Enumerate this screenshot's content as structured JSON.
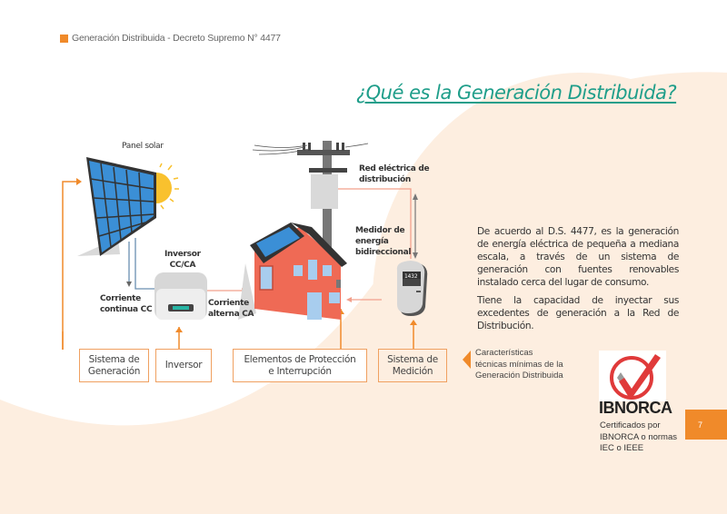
{
  "header": {
    "section_label": "Generación Distribuida - Decreto Supremo N° 4477",
    "accent_color": "#f08a2a"
  },
  "title": "¿Qué es la Generación Distribuida?",
  "description": {
    "paragraph_1": "De acuerdo al D.S. 4477, es la generación de energía eléctrica de pequeña a mediana escala, a través de un sistema de generación con fuentes renovables instalado cerca del lugar de consumo.",
    "paragraph_2": "Tiene la capacidad de inyectar sus excedentes de generación a la Red de Distribución."
  },
  "diagram": {
    "labels": {
      "panel_solar": "Panel solar",
      "inversor_line1": "Inversor",
      "inversor_line2": "CC/CA",
      "corriente_cc_line1": "Corriente",
      "corriente_cc_line2": "continua CC",
      "corriente_ca_line1": "Corriente",
      "corriente_ca_line2": "alterna CA",
      "red_line1": "Red eléctrica de",
      "red_line2": "distribución",
      "medidor_line1": "Medidor de",
      "medidor_line2": "energía",
      "medidor_line3": "bidireccional",
      "meter_reading": "1432"
    },
    "boxes": [
      {
        "line1": "Sistema de",
        "line2": "Generación"
      },
      {
        "line1": "Inversor",
        "line2": ""
      },
      {
        "line1": "Elementos de Protección",
        "line2": "e Interrupción"
      },
      {
        "line1": "Sistema de",
        "line2": "Medición"
      }
    ]
  },
  "note": {
    "line1": "Características",
    "line2": "técnicas mínimas de la",
    "line3": "Generación Distribuida"
  },
  "certification": {
    "logo_text": "IBNORCA",
    "line1": "Certificados por",
    "line2": "IBNORCA o normas",
    "line3": "IEC o IEEE"
  },
  "page_number": "7",
  "colors": {
    "title": "#1f9e8a",
    "accent": "#f08a2a",
    "background_blob": "#fdeee0",
    "house": "#ef6a55",
    "panel": "#3b8fd6",
    "sun": "#f9c12e"
  }
}
